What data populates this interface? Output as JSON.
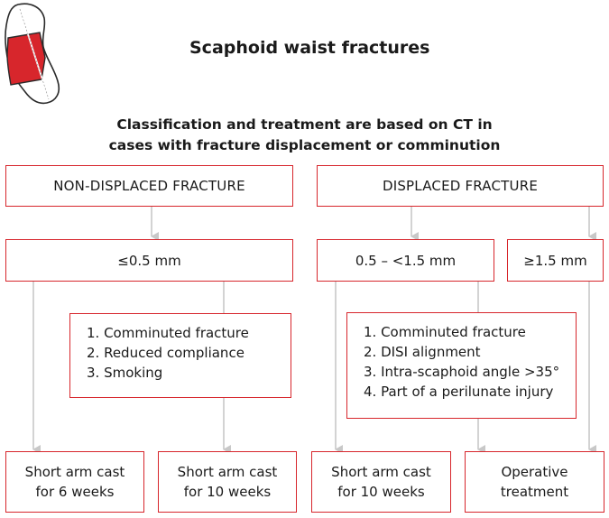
{
  "title": "Scaphoid waist fractures",
  "subtitle": [
    "Classification and treatment are based on CT in",
    "cases with fracture displacement or comminution"
  ],
  "colors": {
    "accent": "#d7262c",
    "arrow": "#c8c8c8",
    "bone_fill": "#d7262c"
  },
  "icon": "scaphoid-bone-icon",
  "nodes": {
    "nondisplaced": "NON-DISPLACED FRACTURE",
    "displaced": "DISPLACED FRACTURE",
    "lte05": "≤0.5 mm",
    "mid": "0.5 – <1.5 mm",
    "gte15": "≥1.5 mm",
    "risk_left": [
      "1. Comminuted  fracture",
      "2. Reduced compliance",
      "3. Smoking"
    ],
    "risk_right": [
      "1. Comminuted fracture",
      "2. DISI alignment",
      "3. Intra-scaphoid angle >35°",
      "4. Part of a perilunate injury"
    ]
  },
  "outcomes": [
    [
      "Short arm cast",
      "for 6 weeks"
    ],
    [
      "Short arm cast",
      "for 10 weeks"
    ],
    [
      "Short arm cast",
      "for 10 weeks"
    ],
    [
      "Operative",
      "treatment"
    ]
  ]
}
